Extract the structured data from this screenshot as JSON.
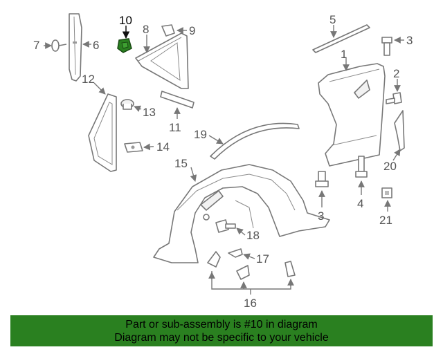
{
  "diagram": {
    "callouts": [
      "1",
      "2",
      "3",
      "3",
      "4",
      "5",
      "6",
      "7",
      "8",
      "9",
      "10",
      "11",
      "12",
      "13",
      "14",
      "15",
      "16",
      "17",
      "18",
      "19",
      "20",
      "21"
    ],
    "highlighted_part": "10",
    "highlight_color": "#2a8020"
  },
  "banner": {
    "line1": "Part or sub-assembly is #10 in diagram",
    "line2": "Diagram may not be specific to your vehicle",
    "background": "#2a8020"
  }
}
